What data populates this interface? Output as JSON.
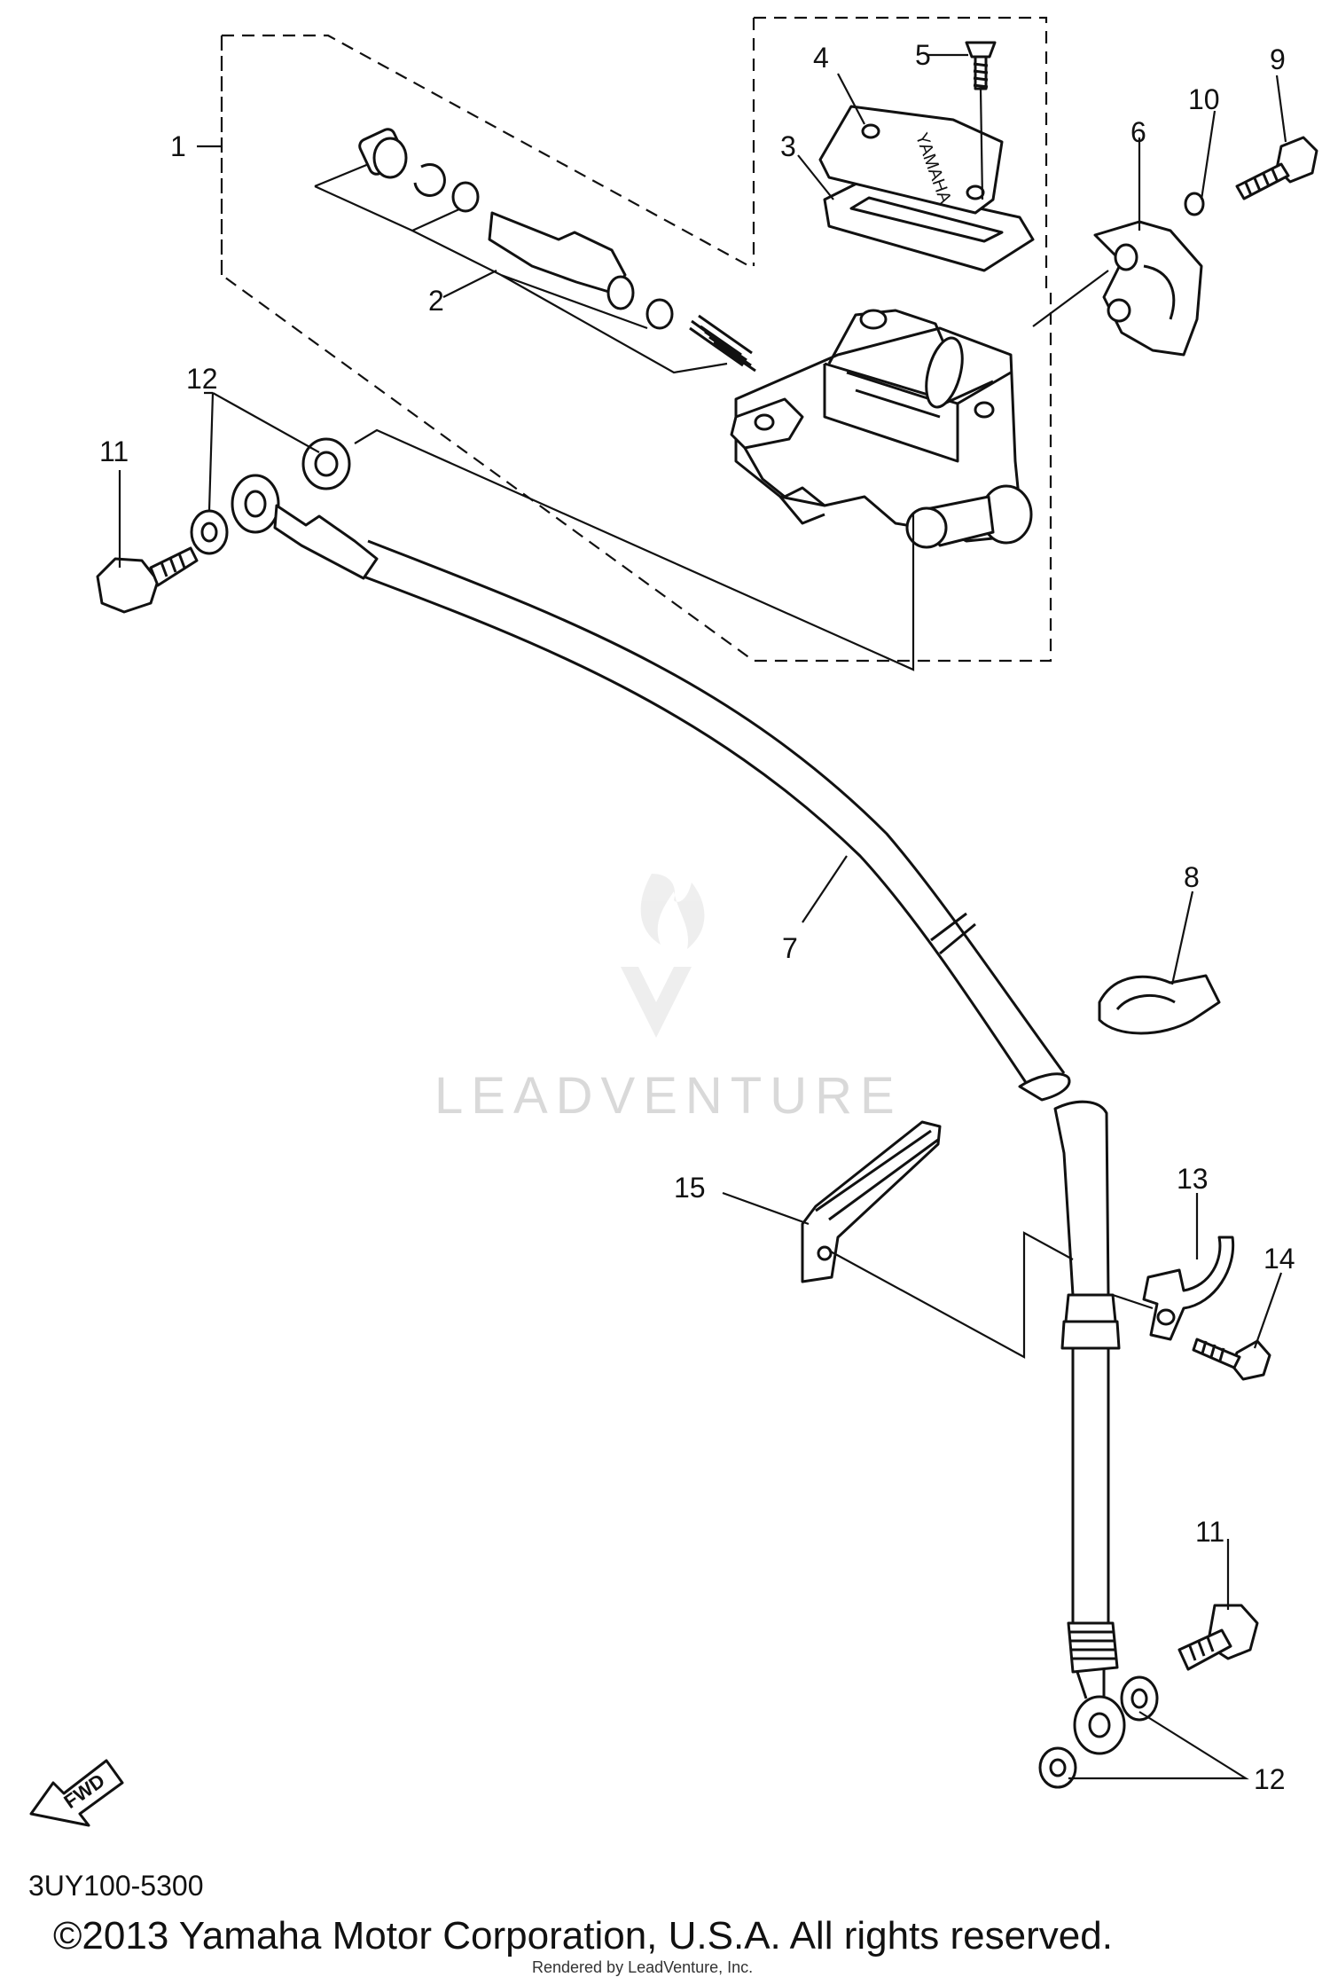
{
  "diagram_code": "3UY100-5300",
  "copyright": "©2013 Yamaha Motor Corporation, U.S.A. All rights reserved.",
  "rendered_by": "Rendered by LeadVenture, Inc.",
  "watermark": "LEADVENTURE",
  "fwd_arrow": "FWD",
  "cap_text": "YAMAHA",
  "callouts": {
    "c1": "1",
    "c2": "2",
    "c3": "3",
    "c4": "4",
    "c5": "5",
    "c6": "6",
    "c7": "7",
    "c8": "8",
    "c9": "9",
    "c10": "10",
    "c11a": "11",
    "c11b": "11",
    "c12a": "12",
    "c12b": "12",
    "c13": "13",
    "c14": "14",
    "c15": "15"
  }
}
